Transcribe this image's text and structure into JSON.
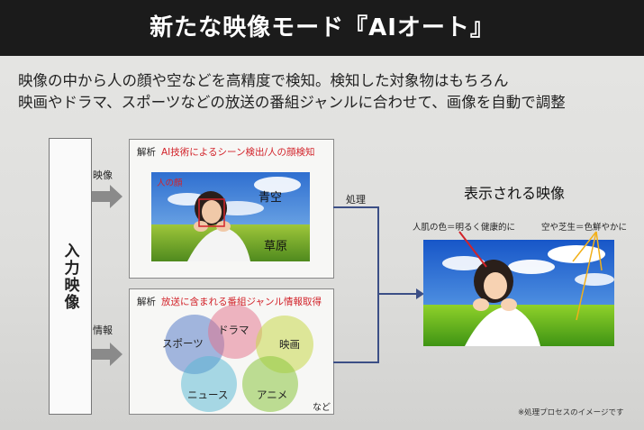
{
  "title": "新たな映像モード『AIオート』",
  "intro": {
    "line1": "映像の中から人の顔や空などを高精度で検知。検知した対象物はもちろん",
    "line2": "映画やドラマ、スポーツなどの放送の番組ジャンルに合わせて、画像を自動で調整"
  },
  "input": {
    "label": "入力映像",
    "video_label": "映像",
    "info_label": "情報"
  },
  "analysis_top": {
    "prefix": "解析",
    "caption": "AI技術によるシーン検出/人の顔検知",
    "face_tag": "人の顔",
    "sky_label": "青空",
    "grass_label": "草原"
  },
  "analysis_bottom": {
    "prefix": "解析",
    "caption": "放送に含まれる番組ジャンル情報取得",
    "genres": [
      "スポーツ",
      "ドラマ",
      "映画",
      "ニュース",
      "アニメ"
    ],
    "etc": "など"
  },
  "processing_label": "処理",
  "output": {
    "title": "表示される映像",
    "note_skin": "人肌の色＝明るく健康的に",
    "note_sky": "空や芝生＝色鮮やかに"
  },
  "footnote": "※処理プロセスのイメージです",
  "colors": {
    "accent_red": "#d2232a",
    "title_bar": "#1b1b1b",
    "sports_circle": "#5b7fc9",
    "drama_circle": "#e46f8a",
    "movie_circle": "#c8d84a",
    "news_circle": "#56b7d3",
    "anime_circle": "#8cc63f",
    "annotation_line": "#f2b019",
    "flow_line": "#3c4f86"
  }
}
